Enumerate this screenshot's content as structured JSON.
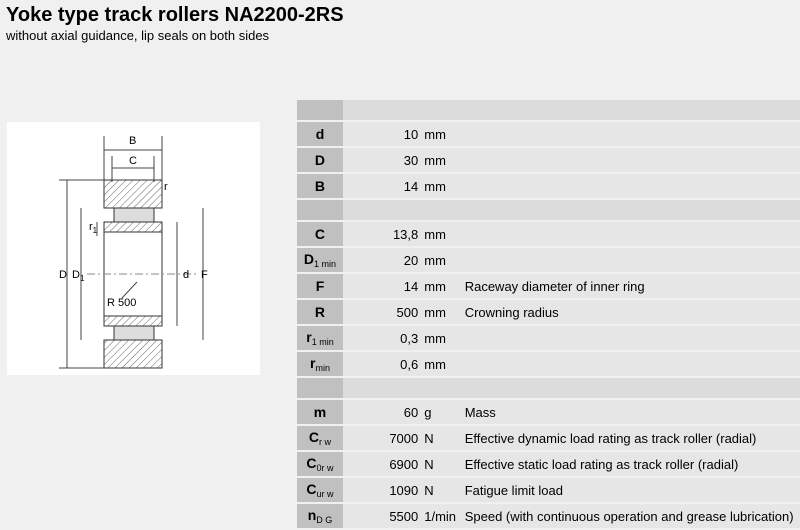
{
  "header": {
    "title": "Yoke type track rollers NA2200-2RS",
    "subtitle": "without axial guidance, lip seals on both sides"
  },
  "drawing": {
    "labels": {
      "B": "B",
      "C": "C",
      "r": "r",
      "r1": "r",
      "r1_sub": "1",
      "D": "D",
      "D1": "D",
      "D1_sub": "1",
      "d": "d",
      "F": "F",
      "R500": "R 500"
    }
  },
  "groups": [
    {
      "rows": [
        {
          "sym": "d",
          "sub": "",
          "value": "10",
          "unit": "mm",
          "desc": ""
        },
        {
          "sym": "D",
          "sub": "",
          "value": "30",
          "unit": "mm",
          "desc": ""
        },
        {
          "sym": "B",
          "sub": "",
          "value": "14",
          "unit": "mm",
          "desc": ""
        }
      ]
    },
    {
      "rows": [
        {
          "sym": "C",
          "sub": "",
          "value": "13,8",
          "unit": "mm",
          "desc": ""
        },
        {
          "sym": "D",
          "sub": "1 min",
          "value": "20",
          "unit": "mm",
          "desc": ""
        },
        {
          "sym": "F",
          "sub": "",
          "value": "14",
          "unit": "mm",
          "desc": "Raceway diameter of inner ring"
        },
        {
          "sym": "R",
          "sub": "",
          "value": "500",
          "unit": "mm",
          "desc": "Crowning radius"
        },
        {
          "sym": "r",
          "sub": "1 min",
          "value": "0,3",
          "unit": "mm",
          "desc": ""
        },
        {
          "sym": "r",
          "sub": "min",
          "value": "0,6",
          "unit": "mm",
          "desc": ""
        }
      ]
    },
    {
      "rows": [
        {
          "sym": "m",
          "sub": "",
          "value": "60",
          "unit": "g",
          "desc": "Mass"
        },
        {
          "sym": "C",
          "sub": "r w",
          "value": "7000",
          "unit": "N",
          "desc": "Effective dynamic load rating as track roller (radial)"
        },
        {
          "sym": "C",
          "sub": "0r w",
          "value": "6900",
          "unit": "N",
          "desc": "Effective static load rating as track roller (radial)"
        },
        {
          "sym": "C",
          "sub": "ur w",
          "value": "1090",
          "unit": "N",
          "desc": "Fatigue limit load"
        },
        {
          "sym": "n",
          "sub": "D G",
          "value": "5500",
          "unit": "1/min",
          "desc": "Speed (with continuous operation and grease lubrication)"
        }
      ]
    }
  ]
}
